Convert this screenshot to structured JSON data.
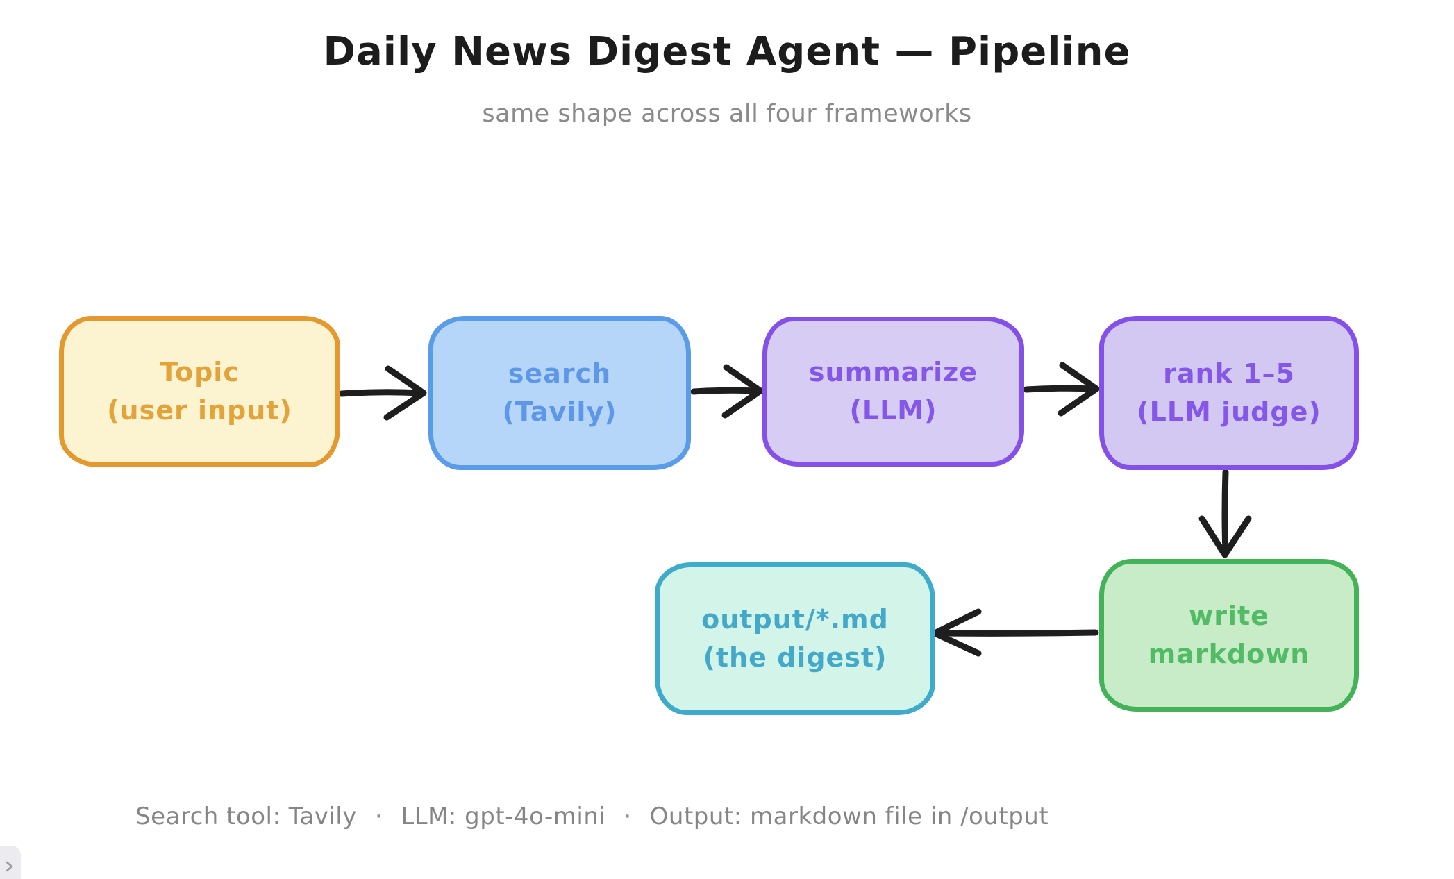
{
  "header": {
    "title": "Daily News Digest Agent — Pipeline",
    "subtitle": "same shape across all four frameworks"
  },
  "nodes": [
    {
      "id": "topic",
      "line1": "Topic",
      "line2": "(user input)",
      "fill": "#fcf3d0",
      "border": "#e3992f",
      "text_color": "#e2a33b"
    },
    {
      "id": "search",
      "line1": "search",
      "line2": "(Tavily)",
      "fill": "#b5d6f8",
      "border": "#5b9ce8",
      "text_color": "#5e97e8"
    },
    {
      "id": "summarize",
      "line1": "summarize",
      "line2": "(LLM)",
      "fill": "#d6ccf4",
      "border": "#8450e8",
      "text_color": "#8557e8"
    },
    {
      "id": "rank",
      "line1": "rank 1–5",
      "line2": "(LLM judge)",
      "fill": "#d2c8f2",
      "border": "#8450e8",
      "text_color": "#8557e8"
    },
    {
      "id": "write-markdown",
      "line1": "write",
      "line2": "markdown",
      "fill": "#c8ebc8",
      "border": "#43b259",
      "text_color": "#52bb66"
    },
    {
      "id": "output",
      "line1": "output/*.md",
      "line2": "(the digest)",
      "fill": "#d3f4e9",
      "border": "#3dabc9",
      "text_color": "#44a9c9"
    }
  ],
  "arrows": {
    "color": "#1e1e1e",
    "connections": [
      "topic -> search",
      "search -> summarize",
      "summarize -> rank",
      "rank -> write-markdown",
      "write-markdown -> output"
    ]
  },
  "footer": {
    "parts": [
      "Search tool: Tavily",
      "LLM: gpt-4o-mini",
      "Output: markdown file in /output"
    ],
    "separator": "·"
  },
  "sidebar_toggle": {
    "icon": "chevron-right",
    "icon_color": "#9a9aa1"
  }
}
